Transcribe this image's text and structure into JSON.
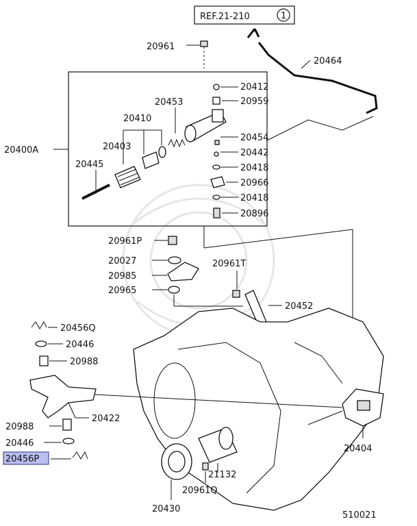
{
  "reference": {
    "label": "REF.21-210",
    "circle": "1"
  },
  "diagram_code": "510021",
  "highlight_color": "#b9bff0",
  "parts": {
    "p20961_top": "20961",
    "p20464": "20464",
    "p20412": "20412",
    "p20959": "20959",
    "p20453": "20453",
    "p20410": "20410",
    "p20403": "20403",
    "p20400A": "20400A",
    "p20454": "20454",
    "p20442": "20442",
    "p20445": "20445",
    "p20418a": "20418",
    "p20966": "20966",
    "p20418b": "20418",
    "p20896": "20896",
    "p20961P": "20961P",
    "p20027": "20027",
    "p20961T": "20961T",
    "p20985": "20985",
    "p20965": "20965",
    "p20452": "20452",
    "p20456Q": "20456Q",
    "p20446a": "20446",
    "p20988a": "20988",
    "p20422": "20422",
    "p20988b": "20988",
    "p20446b": "20446",
    "p20456P": "20456P",
    "p20404": "20404",
    "p21132": "21132",
    "p20961Q": "20961Q",
    "p20430": "20430"
  }
}
